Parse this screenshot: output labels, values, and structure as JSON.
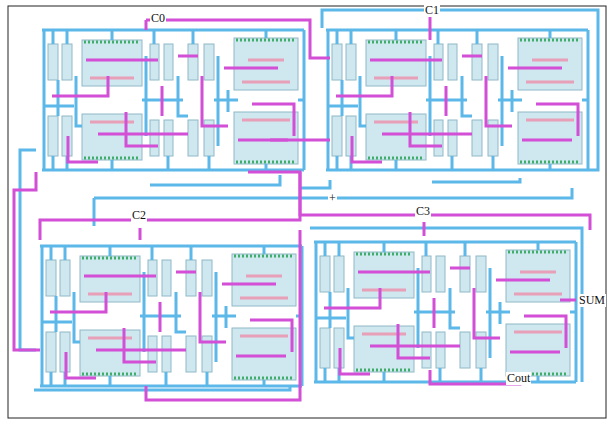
{
  "diagram": {
    "labels": [
      "C0",
      "C1",
      "+",
      "C2",
      "C3",
      "SUM",
      "Cout"
    ]
  }
}
